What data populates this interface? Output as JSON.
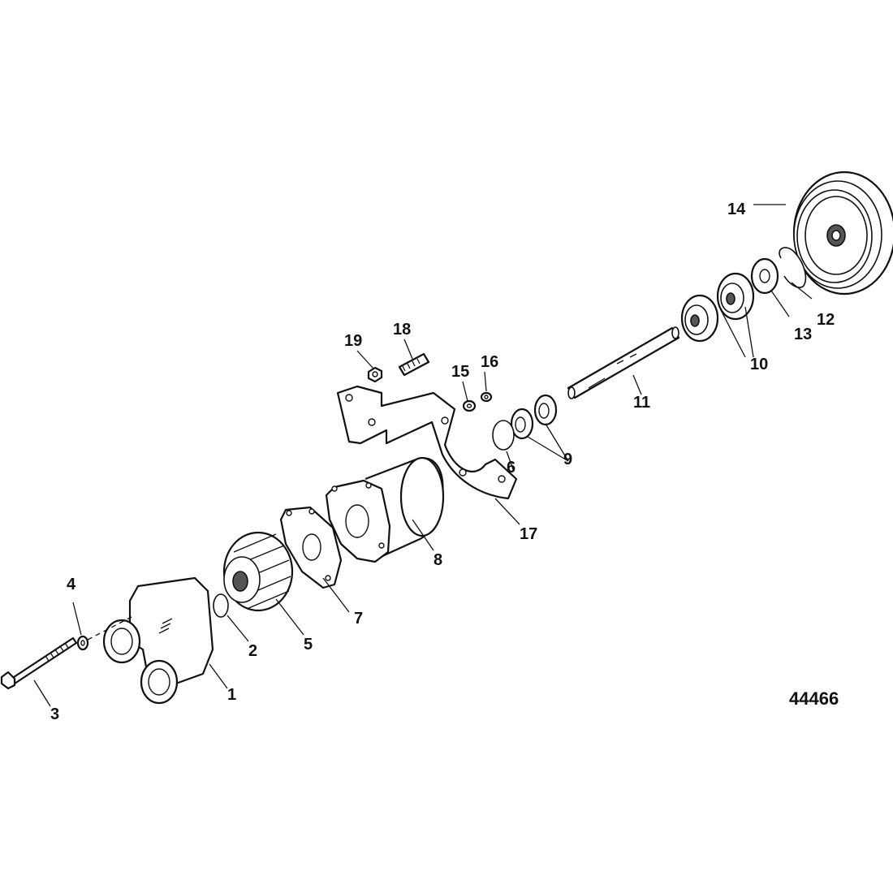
{
  "figure_number": "44466",
  "callouts": {
    "c1": "1",
    "c2": "2",
    "c3": "3",
    "c4": "4",
    "c5": "5",
    "c6": "6",
    "c7": "7",
    "c8": "8",
    "c9": "9",
    "c10": "10",
    "c11": "11",
    "c12": "12",
    "c13": "13",
    "c14": "14",
    "c15": "15",
    "c16": "16",
    "c17": "17",
    "c18": "18",
    "c19": "19"
  },
  "colors": {
    "line": "#111111",
    "fill": "#ffffff",
    "shade": "#555555"
  }
}
